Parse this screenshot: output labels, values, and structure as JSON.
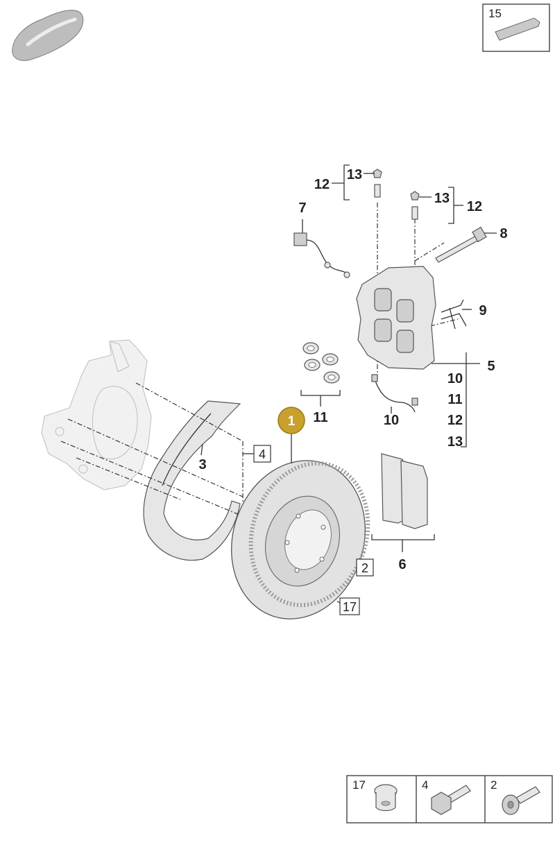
{
  "diagram": {
    "top_right_box": {
      "label": "15"
    },
    "bottom_table": {
      "cells": [
        "17",
        "4",
        "2"
      ]
    },
    "callouts": {
      "part_1": "1",
      "part_3": "3",
      "part_5": "5",
      "part_6": "6",
      "part_7": "7",
      "part_8": "8",
      "part_9": "9",
      "part_10": "10",
      "part_11": "11",
      "part_12_left": "12",
      "part_13_left": "13",
      "part_12_right": "12",
      "part_13_right": "13",
      "group_5_sub": [
        "10",
        "11",
        "12",
        "13"
      ],
      "boxed_4": "4",
      "boxed_2": "2",
      "boxed_17": "17"
    },
    "colors": {
      "highlight_marker": "#c9a02e",
      "highlight_marker_border": "#9c7a18",
      "part_fill": "#e6e6e6",
      "line": "#333333"
    }
  }
}
